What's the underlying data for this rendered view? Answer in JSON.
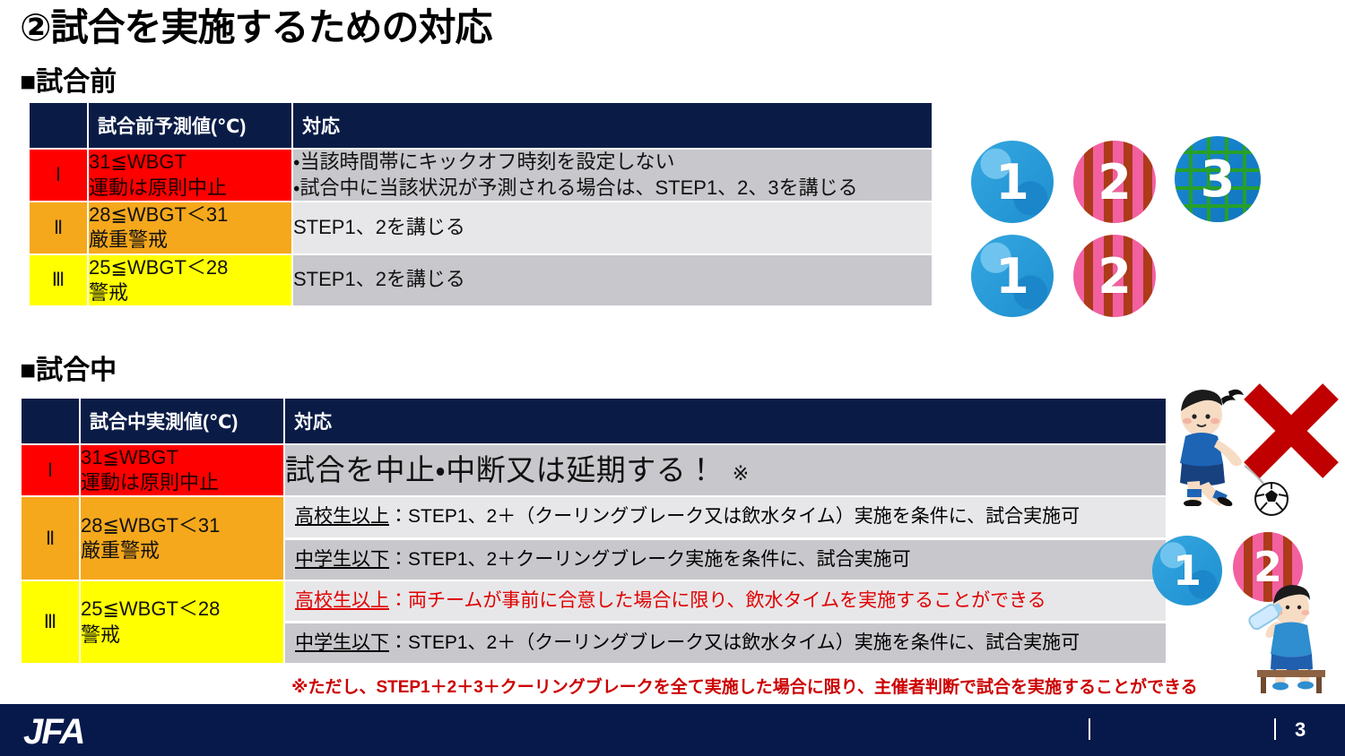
{
  "slide": {
    "title": "②試合を実施するための対応",
    "page_number": "3",
    "brand": "JFA"
  },
  "sections": {
    "pre_match": {
      "heading": "■試合前"
    },
    "during_match": {
      "heading": "■試合中"
    }
  },
  "table_pre": {
    "headers": {
      "level": "",
      "value": "試合前予測値(℃)",
      "action": "対応"
    },
    "rows": [
      {
        "level": "Ⅰ",
        "range_line1": "31≦WBGT",
        "range_line2": "運動は原則中止",
        "action_line1": "・当該時間帯にキックオフ時刻を設定しない",
        "action_line2": "・試合中に当該状況が予測される場合は、STEP1、2、3を講じる"
      },
      {
        "level": "Ⅱ",
        "range_line1": "28≦WBGT＜31",
        "range_line2": "厳重警戒",
        "action_line1": "STEP1、2を講じる",
        "action_line2": ""
      },
      {
        "level": "Ⅲ",
        "range_line1": "25≦WBGT＜28",
        "range_line2": "警戒",
        "action_line1": "STEP1、2を講じる",
        "action_line2": ""
      }
    ]
  },
  "table_during": {
    "headers": {
      "level": "",
      "value": "試合中実測値(℃)",
      "action": "対応"
    },
    "rows": [
      {
        "level": "Ⅰ",
        "range_line1": "31≦WBGT",
        "range_line2": "運動は原則中止",
        "action_main": "試合を中止・中断又は延期する！",
        "action_mark": "※"
      },
      {
        "level": "Ⅱ",
        "range_line1": "28≦WBGT＜31",
        "range_line2": "厳重警戒",
        "sub1_who": "高校生以上",
        "sub1_text": "：STEP1、2＋（クーリングブレーク又は飲水タイム）実施を条件に、試合実施可",
        "sub2_who": "中学生以下",
        "sub2_text": "：STEP1、2＋クーリングブレーク実施を条件に、試合実施可"
      },
      {
        "level": "Ⅲ",
        "range_line1": "25≦WBGT＜28",
        "range_line2": "警戒",
        "sub1_who": "高校生以上",
        "sub1_text": "：両チームが事前に合意した場合に限り、飲水タイムを実施することができる",
        "sub2_who": "中学生以下",
        "sub2_text": "：STEP1、2＋（クーリングブレーク又は飲水タイム）実施を条件に、試合実施可"
      }
    ],
    "footnote": "※ただし、STEP1＋2＋3＋クーリングブレークを全て実施した場合に限り、主催者判断で試合を実施することができる"
  },
  "illustrations": {
    "badges_top": [
      "1",
      "2",
      "3"
    ],
    "badges_middle": [
      "1",
      "2"
    ],
    "badges_lower": [
      "1",
      "2"
    ],
    "figure_tired_player": "tired-player-with-ball",
    "figure_x_mark": "red-x-mark",
    "figure_drinking_player": "player-drinking-water-on-bench"
  },
  "colors": {
    "navy": "#0a1c46",
    "level1_red": "#fe0000",
    "level2_orange": "#f5a81c",
    "level3_yellow": "#ffff00",
    "grey_dark": "#c7c7cc",
    "grey_light": "#e7e7e9",
    "accent_red_text": "#cc0000"
  }
}
